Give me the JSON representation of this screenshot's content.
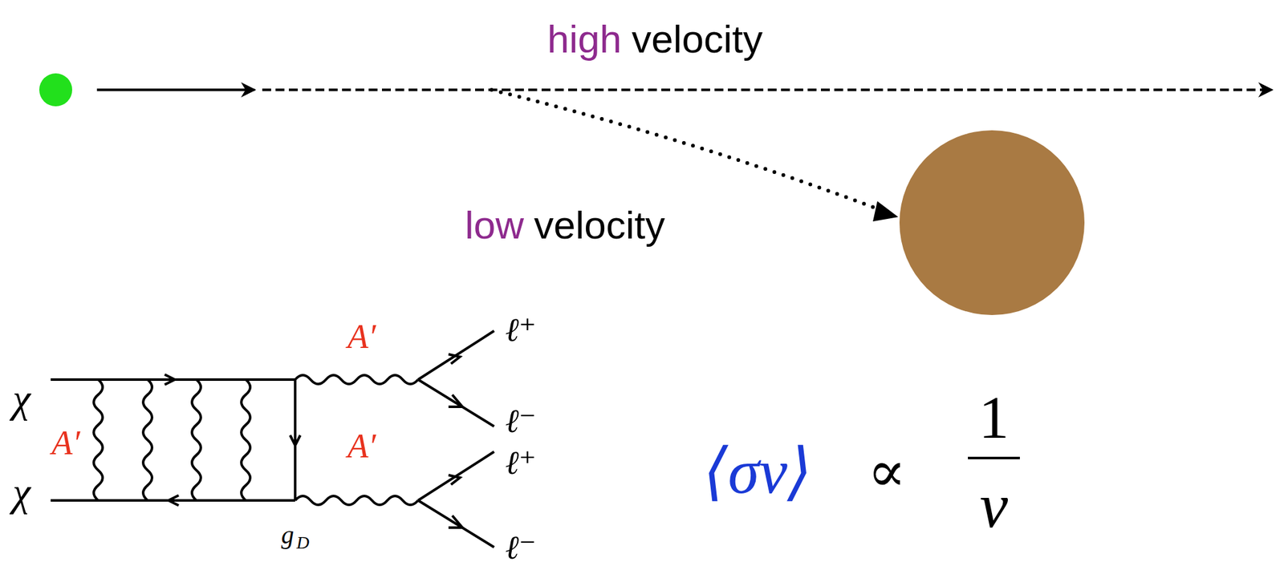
{
  "diagram": {
    "labels": [
      "high",
      "velocity",
      "low",
      "velocity",
      "χ",
      "χ",
      "A′",
      "A′",
      "A′",
      "ℓ⁺",
      "ℓ⁻",
      "ℓ⁺",
      "ℓ⁻",
      "g",
      "D",
      "⟨σv⟩",
      "∝",
      "1",
      "v"
    ]
  }
}
